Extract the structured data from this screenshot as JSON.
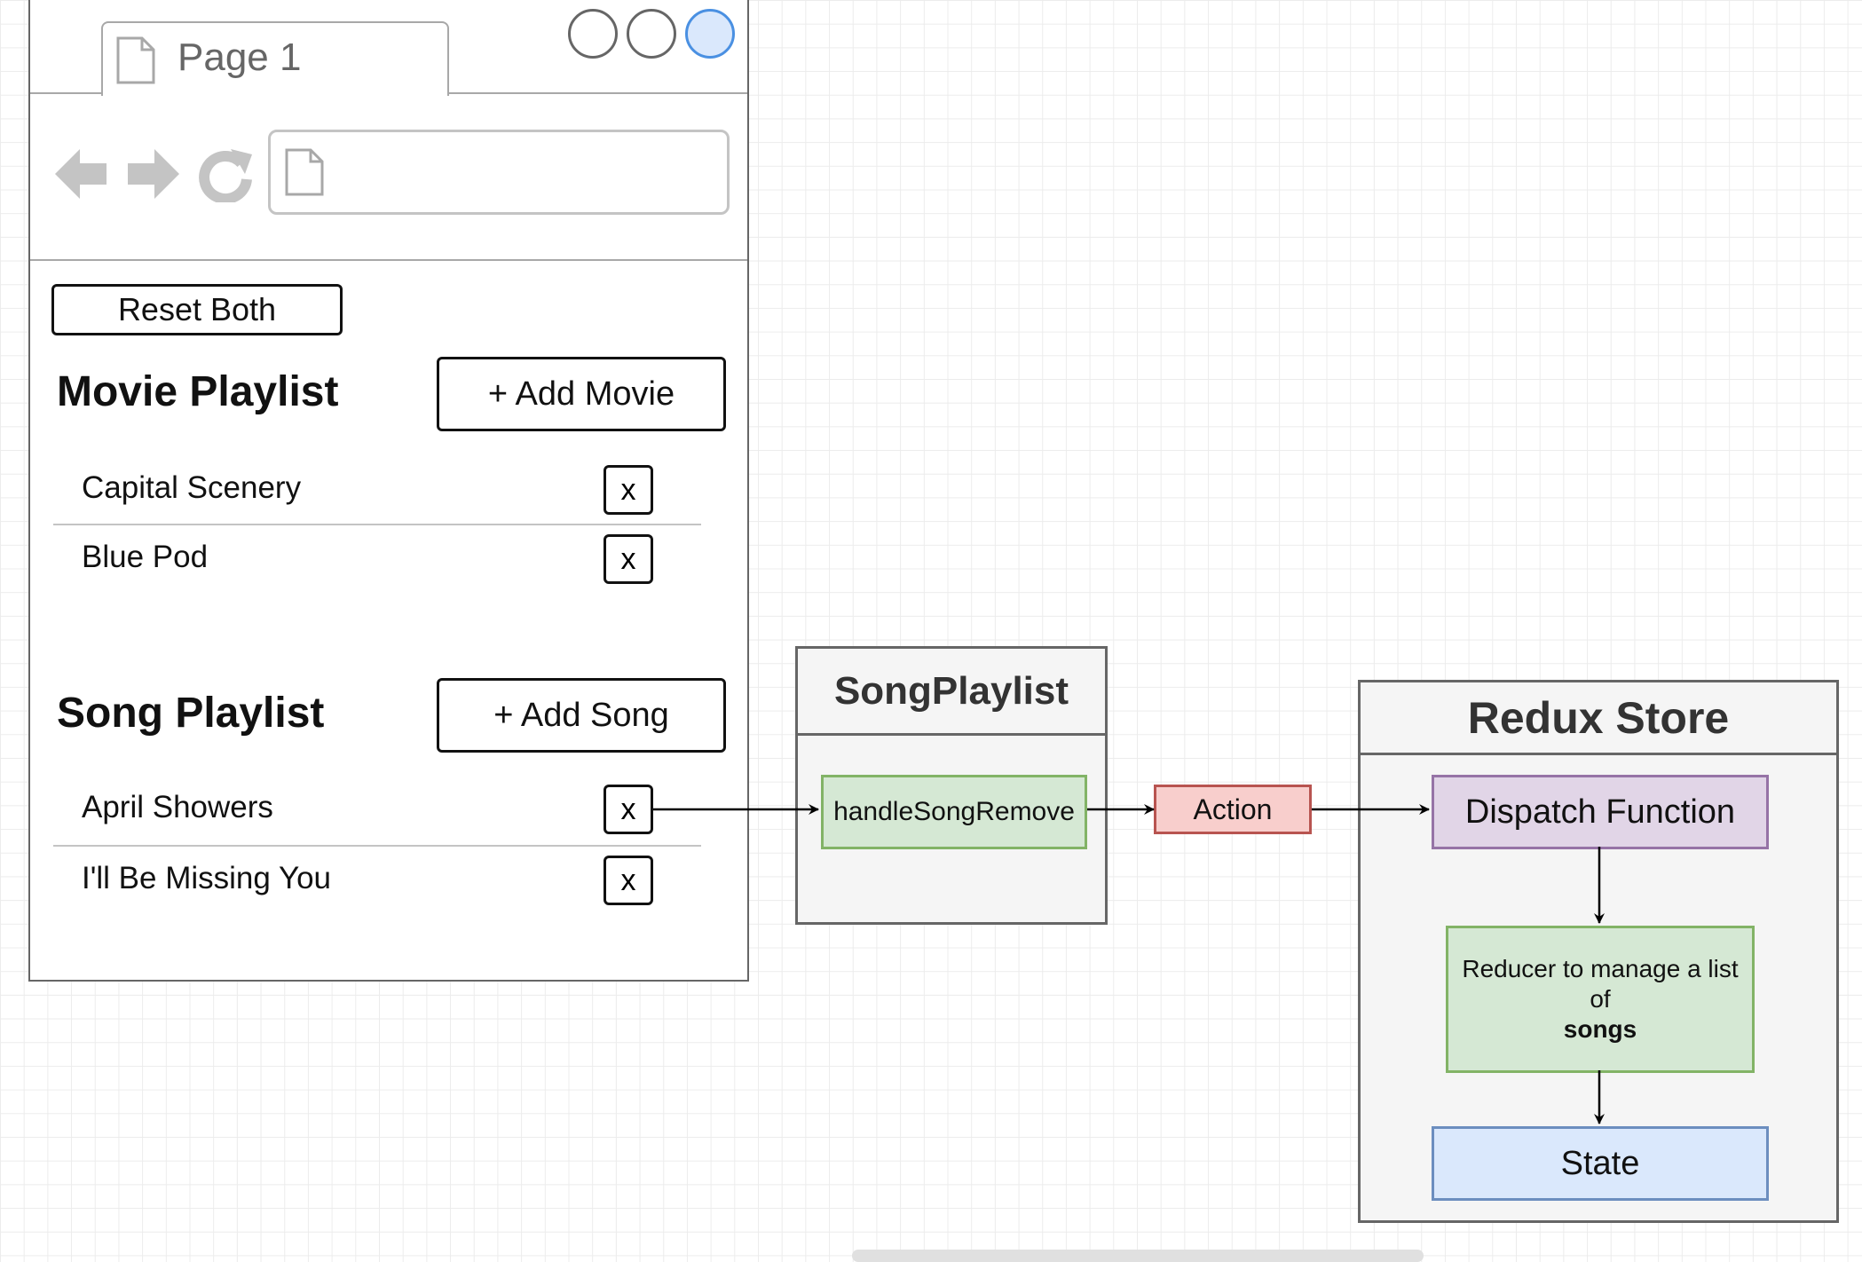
{
  "browser": {
    "tab_title": "Page 1",
    "buttons": {
      "reset": "Reset Both"
    },
    "movie_section": {
      "heading": "Movie Playlist",
      "add_label": "+ Add Movie",
      "items": [
        "Capital Scenery",
        "Blue Pod"
      ]
    },
    "song_section": {
      "heading": "Song Playlist",
      "add_label": "+ Add Song",
      "items": [
        "April Showers",
        "I'll Be Missing You"
      ]
    },
    "remove_label": "x"
  },
  "diagram": {
    "song_playlist": {
      "title": "SongPlaylist",
      "handler": "handleSongRemove"
    },
    "action": "Action",
    "redux_store": {
      "title": "Redux Store",
      "dispatch": "Dispatch Function",
      "reducer_text": "Reducer to manage a list of",
      "reducer_bold": "songs",
      "state": "State"
    }
  },
  "colors": {
    "green_fill": "#d5e8d4",
    "green_stroke": "#82b366",
    "red_fill": "#f8cecc",
    "red_stroke": "#b85450",
    "purple_fill": "#e1d5e7",
    "purple_stroke": "#9673a6",
    "blue_fill": "#dae8fc",
    "blue_stroke": "#6c8ebf",
    "container_fill": "#f5f5f5"
  }
}
